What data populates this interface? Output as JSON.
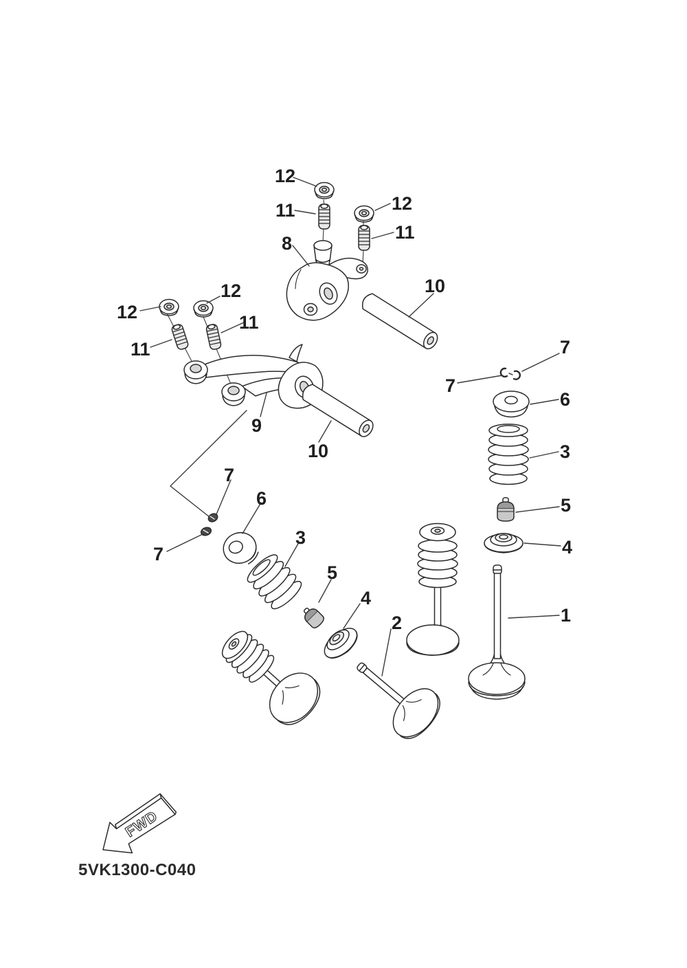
{
  "diagram": {
    "code": "5VK1300-C040",
    "fwd_label": "FWD",
    "colors": {
      "line": "#2b2b2b",
      "background": "#ffffff",
      "shade": "#8a8a8a"
    },
    "callouts": [
      {
        "label": "12"
      },
      {
        "label": "11"
      },
      {
        "label": "12"
      },
      {
        "label": "11"
      },
      {
        "label": "8"
      },
      {
        "label": "10"
      },
      {
        "label": "12"
      },
      {
        "label": "12"
      },
      {
        "label": "11"
      },
      {
        "label": "11"
      },
      {
        "label": "9"
      },
      {
        "label": "10"
      },
      {
        "label": "7"
      },
      {
        "label": "7"
      },
      {
        "label": "6"
      },
      {
        "label": "3"
      },
      {
        "label": "7"
      },
      {
        "label": "6"
      },
      {
        "label": "7"
      },
      {
        "label": "3"
      },
      {
        "label": "5"
      },
      {
        "label": "4"
      },
      {
        "label": "5"
      },
      {
        "label": "4"
      },
      {
        "label": "1"
      },
      {
        "label": "2"
      }
    ]
  }
}
